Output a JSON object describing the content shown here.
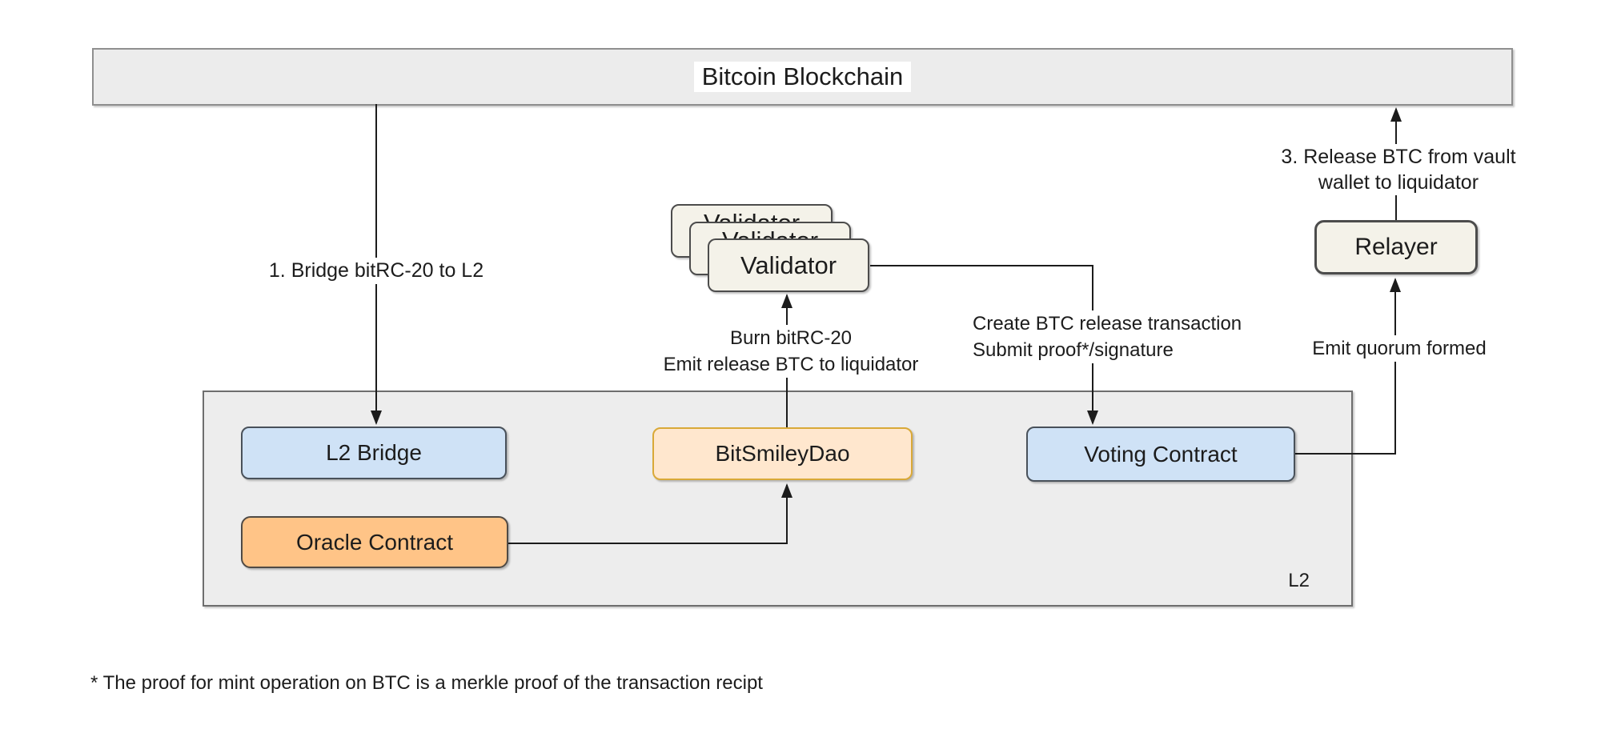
{
  "diagram": {
    "bitcoin_bar": "Bitcoin Blockchain",
    "l2_label": "L2",
    "nodes": {
      "l2_bridge": "L2 Bridge",
      "bitsmiley_dao": "BitSmileyDao",
      "voting_contract": "Voting Contract",
      "oracle_contract": "Oracle Contract",
      "validator": "Validator",
      "relayer": "Relayer"
    },
    "labels": {
      "bridge": "1. Bridge bitRC-20 to L2",
      "burn_1": "Burn bitRC-20",
      "burn_2": "Emit release BTC to  liquidator",
      "create_1": "Create BTC release transaction",
      "create_2": "Submit proof*/signature",
      "quorum": "Emit quorum formed",
      "release_1": "3. Release BTC from vault",
      "release_2": "wallet to liquidator"
    },
    "footnote": "* The proof for mint operation on BTC is a merkle proof of the transaction recipt",
    "colors": {
      "bar_fill": "#ececec",
      "container_fill": "#ededed",
      "blue_fill": "#cfe2f6",
      "peach_fill": "#ffe7ce",
      "orange_fill": "#ffc487",
      "cream_fill": "#f4f2e9",
      "yellow_stroke": "#d9a938",
      "dark_stroke": "#49515a",
      "line_color": "#1c1c1c"
    }
  }
}
